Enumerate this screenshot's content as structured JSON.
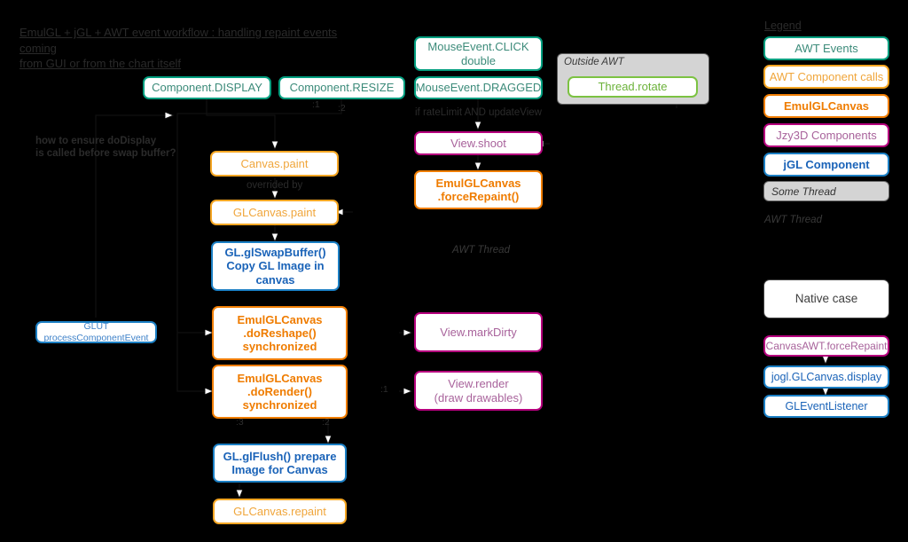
{
  "title": {
    "line1": "EmulGL + jGL + AWT event workflow : handling repaint events coming",
    "line2": "from GUI or from the chart itself"
  },
  "legend": {
    "heading": "Legend",
    "items": [
      {
        "label": "AWT Events",
        "kind": "awt-event"
      },
      {
        "label": "AWT Component calls",
        "kind": "awt-call"
      },
      {
        "label": "EmulGLCanvas",
        "kind": "emul"
      },
      {
        "label": "Jzy3D Components",
        "kind": "jzy3d"
      },
      {
        "label": "jGL Component",
        "kind": "jgl"
      },
      {
        "label": "Some Thread",
        "kind": "thread-swatch"
      }
    ],
    "thread_note": "AWT Thread"
  },
  "native_case": {
    "heading": "Native case",
    "nodes": [
      {
        "label": "CanvasAWT.forceRepaint",
        "kind": "jzy3d"
      },
      {
        "label": "jogl.GLCanvas.display",
        "kind": "jgl"
      },
      {
        "label": "GLEventListener",
        "kind": "jgl"
      }
    ]
  },
  "events": {
    "component_display": "Component.DISPLAY",
    "component_resize": "Component.RESIZE",
    "mouse_click_double": "MouseEvent.CLICK\ndouble",
    "mouse_dragged": "MouseEvent.DRAGGED"
  },
  "outside_awt": {
    "group_label": "Outside AWT",
    "thread_rotate": "Thread.rotate"
  },
  "main_flow": {
    "canvas_paint": "Canvas.paint",
    "glcanvas_paint": "GLCanvas.paint",
    "gl_swapbuffer": "GL.glSwapBuffer()\nCopy GL Image in\ncanvas",
    "emul_doreshape": "EmulGLCanvas\n.doReshape()\nsynchronized",
    "emul_dorender": "EmulGLCanvas\n.doRender()\nsynchronized",
    "gl_glflush": "GL.glFlush() prepare\nImage for Canvas",
    "glcanvas_repaint": "GLCanvas.repaint",
    "glut_process": "GLUT processComponentEvent"
  },
  "view_flow": {
    "view_shoot": "View.shoot",
    "emul_forcerepaint": "EmulGLCanvas\n.forceRepaint()",
    "view_markdirty": "View.markDirty",
    "view_render": "View.render\n(draw drawables)"
  },
  "annotations": {
    "do_display_note": "how to ensure doDisplay\nis called before swap buffer?",
    "overrided_by": "overrided by",
    "rate_limit": "if rateLimit AND updateView",
    "awt_thread": "AWT Thread"
  },
  "sequence_labels": {
    "s1_top": ":1",
    "s2_top": ":2",
    "s3_bottom": ":3",
    "s2_bottom": ":2",
    "s1_mid": ":1"
  },
  "colors": {
    "awt_event": "#009e7f",
    "awt_call": "#f5a623",
    "emul": "#f07d00",
    "jzy3d": "#b5007d",
    "jgl": "#1b7fc4",
    "thread": "#7cc242",
    "background": "#000000"
  }
}
